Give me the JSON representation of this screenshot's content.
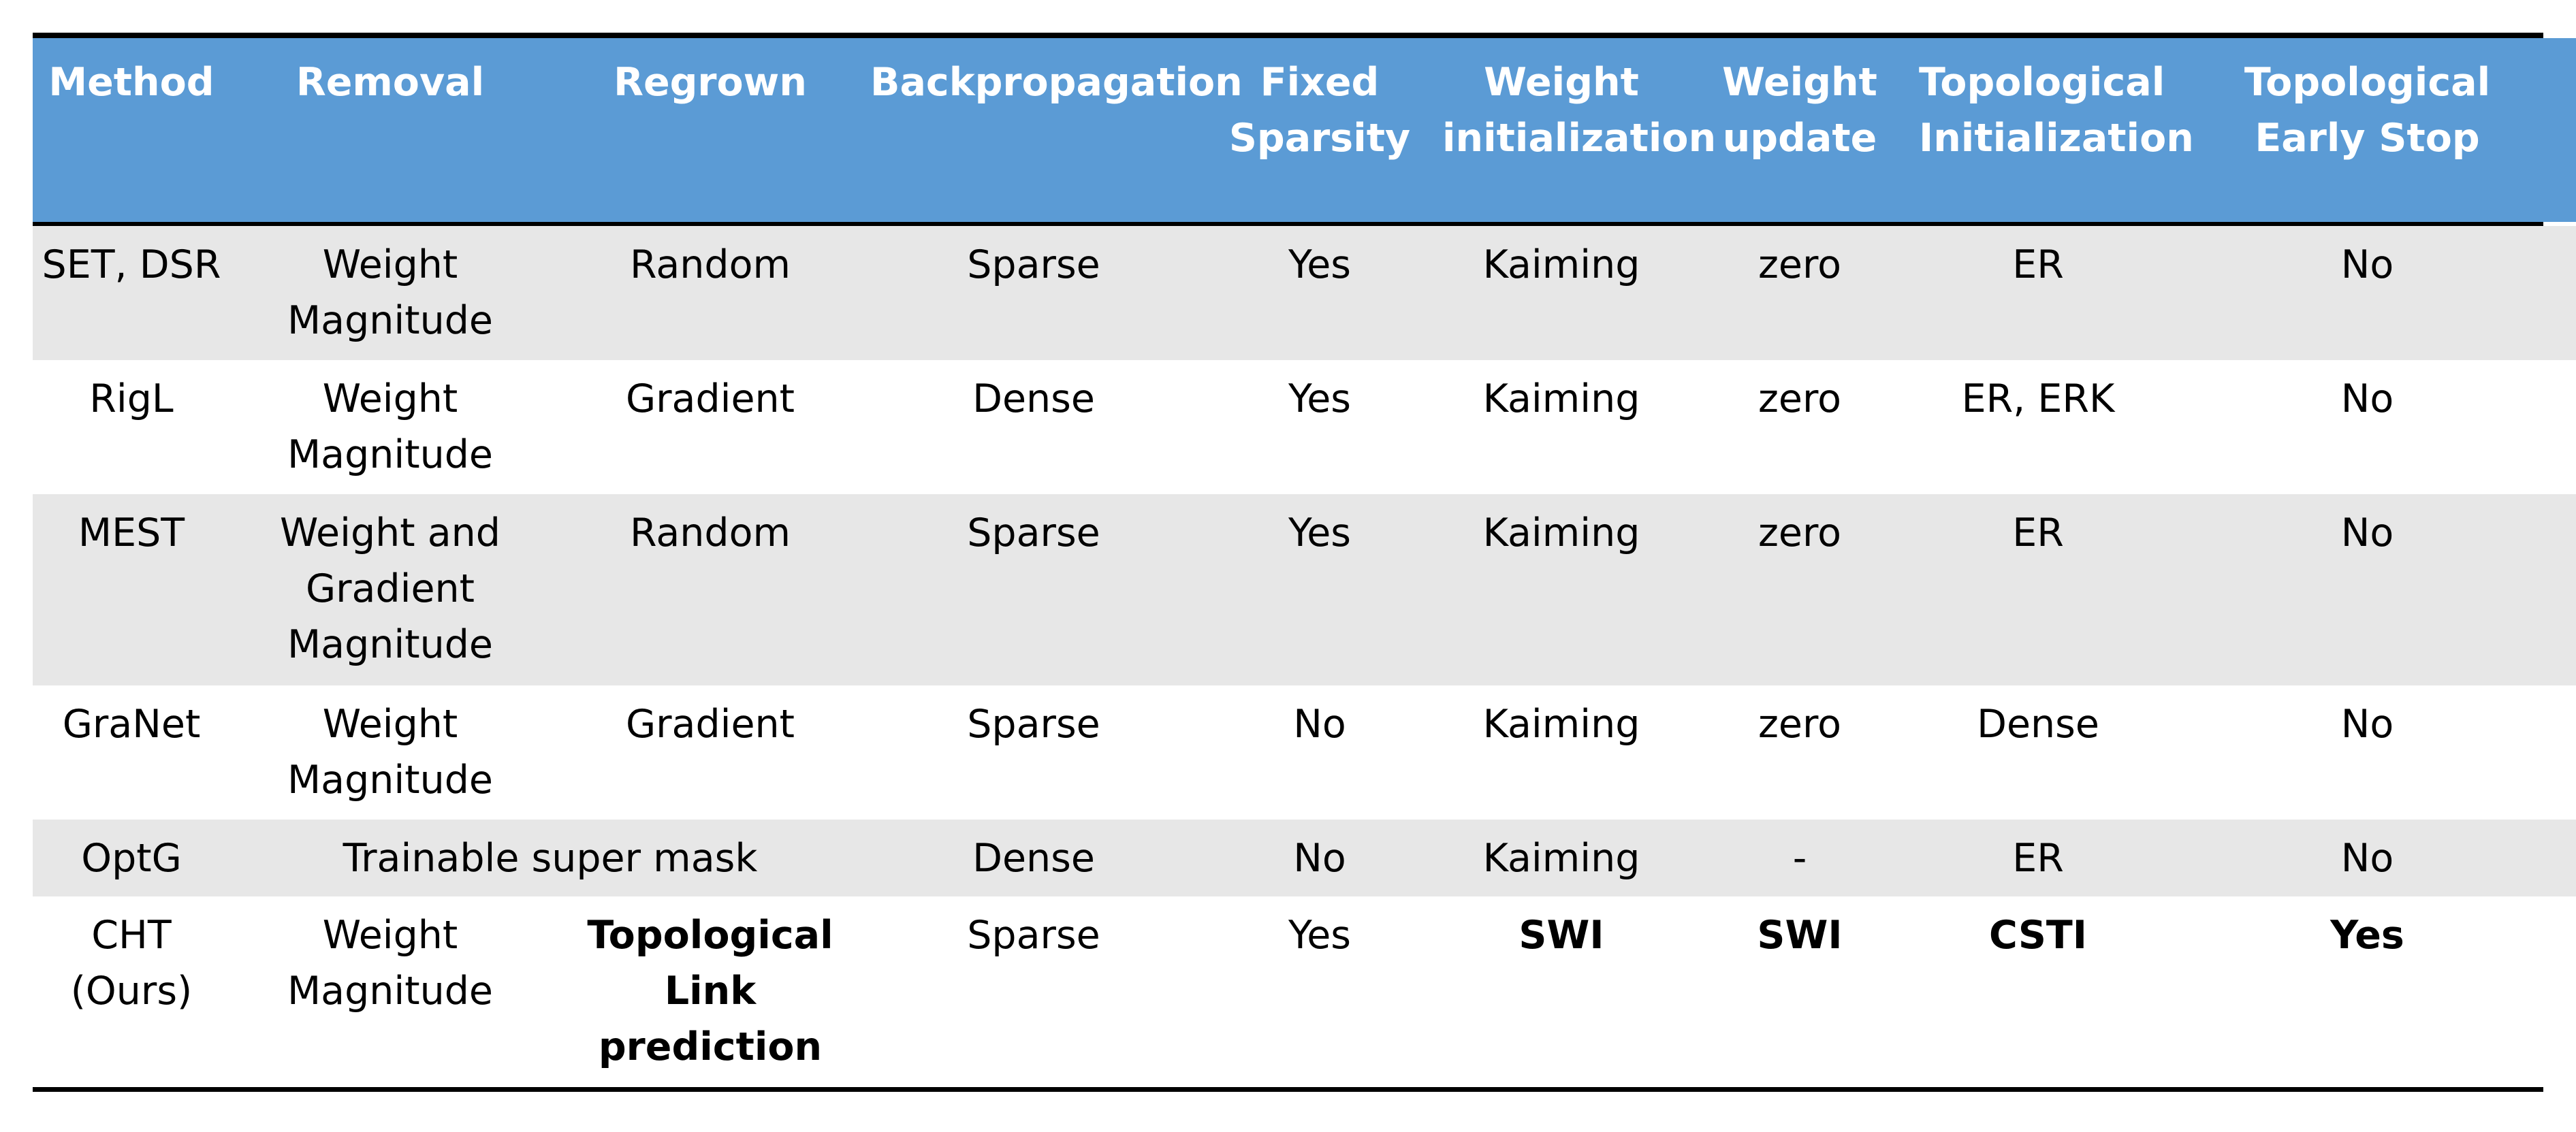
{
  "table": {
    "headers": [
      "Method",
      "Removal",
      "Regrown",
      "Backpropagation",
      "Fixed\nSparsity",
      "Weight\ninitialization",
      "Weight\nupdate",
      "Topological\nInitialization",
      "Topological\nEarly Stop"
    ],
    "rows": [
      {
        "method": "SET, DSR",
        "removal": "Weight\nMagnitude",
        "regrown": "Random",
        "backprop": "Sparse",
        "fixed_sparsity": "Yes",
        "weight_init": "Kaiming",
        "weight_update": "zero",
        "topo_init": "ER",
        "topo_early_stop": "No"
      },
      {
        "method": "RigL",
        "removal": "Weight\nMagnitude",
        "regrown": "Gradient",
        "backprop": "Dense",
        "fixed_sparsity": "Yes",
        "weight_init": "Kaiming",
        "weight_update": "zero",
        "topo_init": "ER, ERK",
        "topo_early_stop": "No"
      },
      {
        "method": "MEST",
        "removal": "Weight and\nGradient\nMagnitude",
        "regrown": "Random",
        "backprop": "Sparse",
        "fixed_sparsity": "Yes",
        "weight_init": "Kaiming",
        "weight_update": "zero",
        "topo_init": "ER",
        "topo_early_stop": "No"
      },
      {
        "method": "GraNet",
        "removal": "Weight\nMagnitude",
        "regrown": "Gradient",
        "backprop": "Sparse",
        "fixed_sparsity": "No",
        "weight_init": "Kaiming",
        "weight_update": "zero",
        "topo_init": "Dense",
        "topo_early_stop": "No"
      },
      {
        "method": "OptG",
        "removal_regrown_merged": "Trainable super mask",
        "backprop": "Dense",
        "fixed_sparsity": "No",
        "weight_init": "Kaiming",
        "weight_update": "-",
        "topo_init": "ER",
        "topo_early_stop": "No"
      },
      {
        "method": "CHT (Ours)",
        "removal": "Weight\nMagnitude",
        "regrown": "Topological\nLink\nprediction",
        "backprop": "Sparse",
        "fixed_sparsity": "Yes",
        "weight_init": "SWI",
        "weight_update": "SWI",
        "topo_init": "CSTI",
        "topo_early_stop": "Yes"
      }
    ]
  },
  "colors": {
    "header_bg": "#5b9bd5",
    "header_text": "#ffffff",
    "shaded_row": "#e7e7e7",
    "rules": "#000000"
  }
}
